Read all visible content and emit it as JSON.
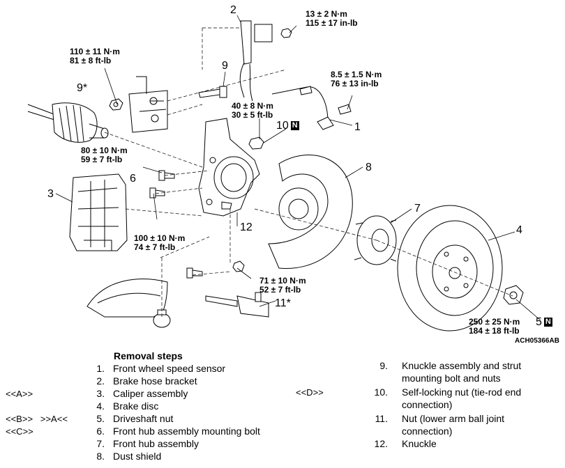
{
  "torques": {
    "t2": [
      "13 ± 2 N·m",
      "115 ± 17 in-lb"
    ],
    "t9star": [
      "110 ± 11 N·m",
      "81 ± 8 ft-lb"
    ],
    "t1": [
      "8.5 ± 1.5 N·m",
      "76 ± 13 in-lb"
    ],
    "t10": [
      "40 ± 8 N·m",
      "30 ± 5 ft-lb"
    ],
    "t6": [
      "80 ± 10 N·m",
      "59 ± 7 ft-lb"
    ],
    "t12": [
      "100 ± 10 N·m",
      "74 ± 7 ft-lb"
    ],
    "t11": [
      "71 ± 10 N·m",
      "52 ± 7 ft-lb"
    ],
    "t5": [
      "250 ± 25 N·m",
      "184 ± 18 ft-lb"
    ]
  },
  "callouts": {
    "c1": "1",
    "c2": "2",
    "c3": "3",
    "c4": "4",
    "c5": "5",
    "c6": "6",
    "c7": "7",
    "c8": "8",
    "c9": "9",
    "c9star": "9*",
    "c10": "10",
    "c11star": "11*",
    "c12": "12"
  },
  "n_badge": "N",
  "figure_code": "ACH05366AB",
  "removal": {
    "title": "Removal steps",
    "left": [
      {
        "n": "1.",
        "text": "Front wheel speed sensor",
        "tag": ""
      },
      {
        "n": "2.",
        "text": "Brake hose bracket",
        "tag": ""
      },
      {
        "n": "3.",
        "text": "Caliper assembly",
        "tag": "<<A>>"
      },
      {
        "n": "4.",
        "text": "Brake disc",
        "tag": ""
      },
      {
        "n": "5.",
        "text": "Driveshaft nut",
        "tag": "<<B>>   >>A<<"
      },
      {
        "n": "6.",
        "text": "Front hub assembly mounting bolt",
        "tag": "<<C>>"
      },
      {
        "n": "7.",
        "text": "Front hub assembly",
        "tag": ""
      },
      {
        "n": "8.",
        "text": "Dust shield",
        "tag": ""
      }
    ],
    "right": [
      {
        "n": "9.",
        "lines": [
          "Knuckle assembly and strut",
          "mounting bolt and nuts"
        ],
        "tag": ""
      },
      {
        "n": "10.",
        "lines": [
          "Self-locking nut (tie-rod end",
          "connection)"
        ],
        "tag": "<<D>>"
      },
      {
        "n": "11.",
        "lines": [
          "Nut (lower arm ball joint",
          "connection)"
        ],
        "tag": ""
      },
      {
        "n": "12.",
        "lines": [
          "Knuckle"
        ],
        "tag": ""
      }
    ]
  }
}
